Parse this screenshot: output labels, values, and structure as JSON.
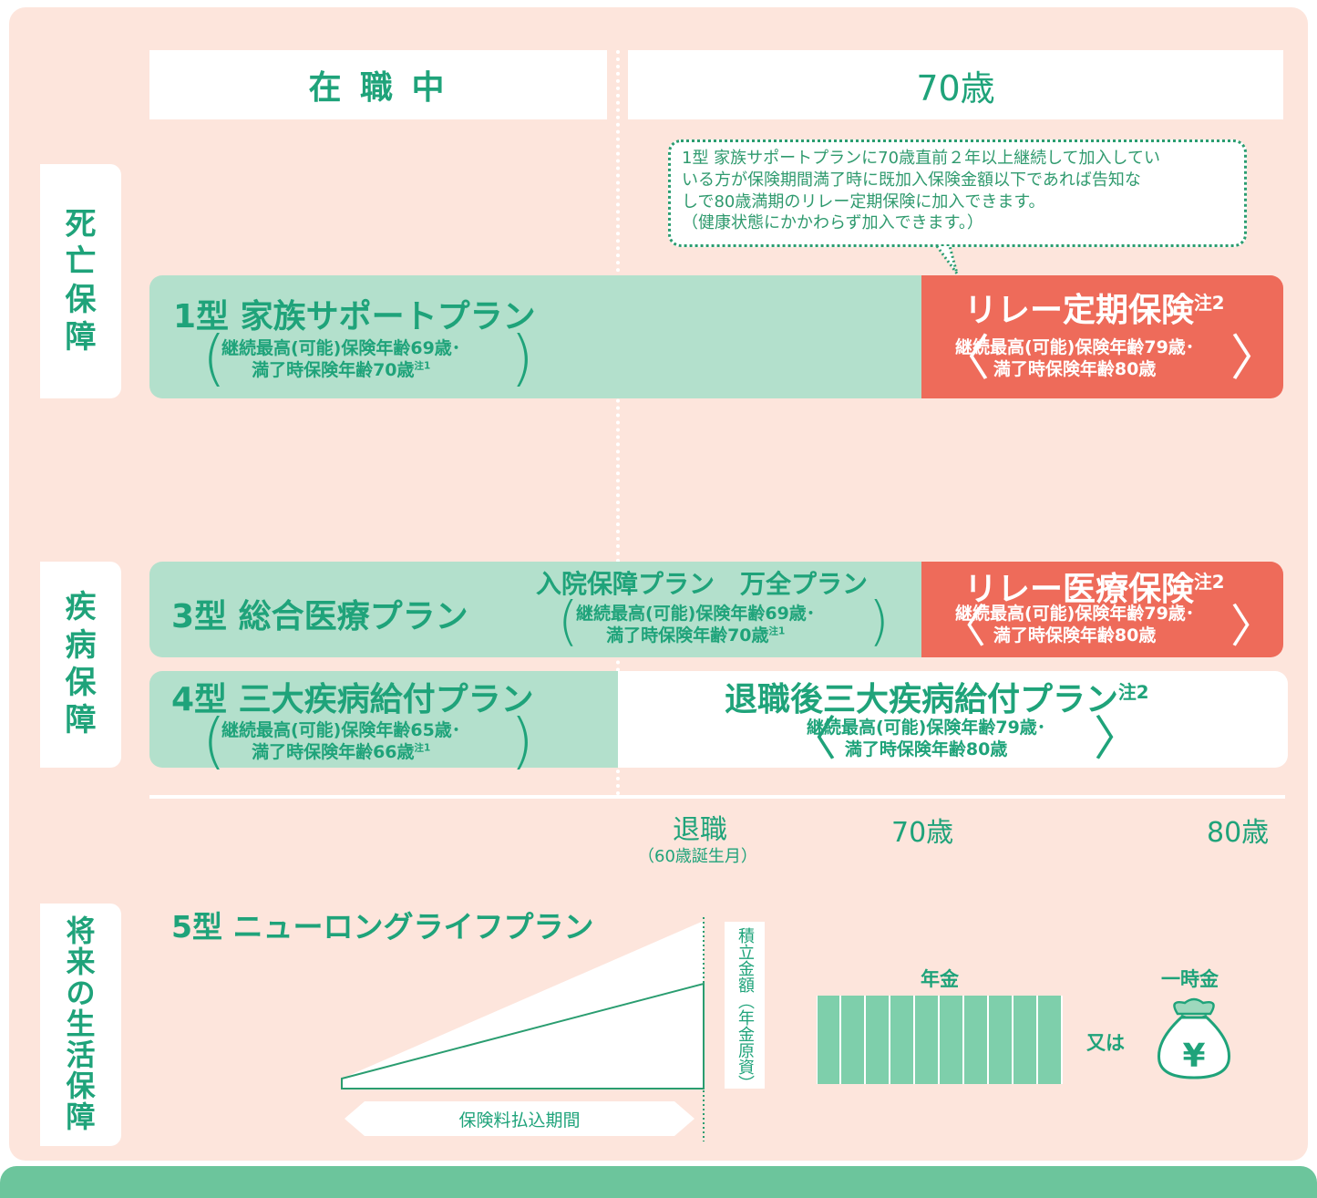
{
  "header": {
    "in_service": "在 職 中",
    "age70": "70歳"
  },
  "sections": {
    "death": [
      "死",
      "亡",
      "保",
      "障"
    ],
    "illness": [
      "疾",
      "病",
      "保",
      "障"
    ],
    "future": [
      "将",
      "来",
      "の",
      "生",
      "活",
      "保",
      "障"
    ]
  },
  "callout": {
    "lines": [
      "1型 家族サポートプランに70歳直前２年以上継続して加入してい",
      "いる方が保険期間満了時に既加入保険金額以下であれば告知な",
      "しで80歳満期のリレー定期保険に加入できます。",
      "（健康状態にかかわらず加入できます。）"
    ]
  },
  "plan1": {
    "title": "1型 家族サポートプラン",
    "line1": "継続最高(可能)保険年齢69歳･",
    "line2": "満了時保険年齢70歳",
    "note": "注1"
  },
  "relay_term": {
    "title": "リレー定期保険",
    "note": "注2",
    "line1": "継続最高(可能)保険年齢79歳･",
    "line2": "満了時保険年齢80歳"
  },
  "plan3": {
    "title": "3型 総合医療プラン",
    "sub_title": "入院保障プラン　万全プラン",
    "line1": "継続最高(可能)保険年齢69歳･",
    "line2": "満了時保険年齢70歳",
    "note": "注1"
  },
  "relay_medical": {
    "title": "リレー医療保険",
    "note": "注2",
    "line1": "継続最高(可能)保険年齢79歳･",
    "line2": "満了時保険年齢80歳"
  },
  "plan4": {
    "title": "4型 三大疾病給付プラン",
    "line1": "継続最高(可能)保険年齢65歳･",
    "line2": "満了時保険年齢66歳",
    "note": "注1"
  },
  "retire_plan": {
    "title": "退職後三大疾病給付プラン",
    "note": "注2",
    "line1": "継続最高(可能)保険年齢79歳･",
    "line2": "満了時保険年齢80歳"
  },
  "timeline": {
    "retire": "退職",
    "retire_sub": "（60歳誕生月）",
    "age70": "70歳",
    "age80": "80歳"
  },
  "plan5": {
    "title": "5型 ニューロングライフプラン",
    "accumulated": "積立金額（年金原資）",
    "pension": "年金",
    "lump": "一時金",
    "or": "又は",
    "period": "保険料払込期間",
    "yen": "¥",
    "icon": "money-bag-icon"
  },
  "colors": {
    "green": "#1fa37a",
    "light_green": "#b3e0cc",
    "red": "#ee6b5a",
    "panel": "#fde5dc",
    "footer": "#6cc59c"
  }
}
